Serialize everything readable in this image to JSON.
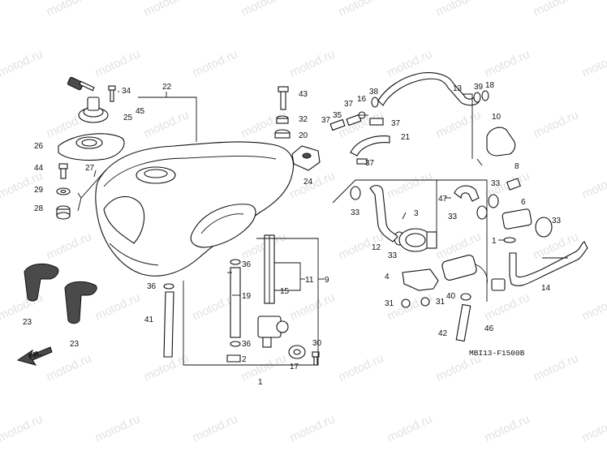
{
  "watermark": "motod.ru",
  "diagram_code": "MBI13-F1500B",
  "direction_label": "FR.",
  "callouts": {
    "p1": "1",
    "p2": "2",
    "p3": "3",
    "p4": "4",
    "p6": "6",
    "p8": "8",
    "p9": "9",
    "p10": "10",
    "p11": "11",
    "p12": "12",
    "p13": "13",
    "p14": "14",
    "p15": "15",
    "p16": "16",
    "p17": "17",
    "p18": "18",
    "p19": "19",
    "p20": "20",
    "p21": "21",
    "p22": "22",
    "p23a": "23",
    "p23b": "23",
    "p24": "24",
    "p25": "25",
    "p26": "26",
    "p27": "27",
    "p28": "28",
    "p29": "29",
    "p30": "30",
    "p31a": "31",
    "p31b": "31",
    "p32": "32",
    "p33a": "33",
    "p33b": "33",
    "p33c": "33",
    "p33d": "33",
    "p33e": "33",
    "p34": "34",
    "p35": "35",
    "p36a": "36",
    "p36b": "36",
    "p36c": "36",
    "p37a": "37",
    "p37b": "37",
    "p37c": "37",
    "p37d": "37",
    "p38": "38",
    "p39": "39",
    "p40": "40",
    "p41": "41",
    "p42": "42",
    "p43": "43",
    "p44": "44",
    "p45": "45",
    "p46": "46",
    "p47": "47"
  }
}
